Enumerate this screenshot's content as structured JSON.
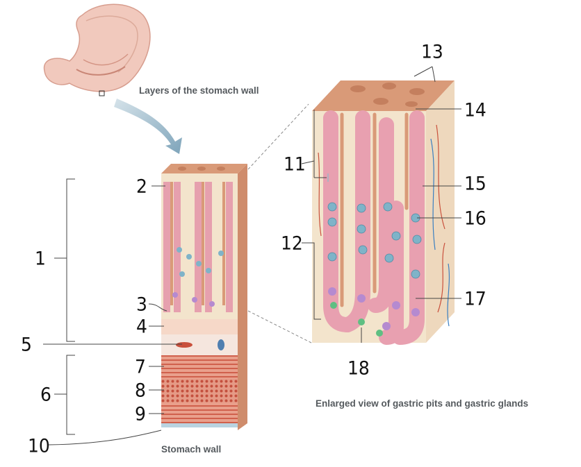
{
  "captions": {
    "layers_title": "Layers of the stomach wall",
    "enlarged_title": "Enlarged view of gastric pits and gastric glands",
    "stomach_wall": "Stomach wall"
  },
  "labels": [
    "1",
    "2",
    "3",
    "4",
    "5",
    "6",
    "7",
    "8",
    "9",
    "10",
    "11",
    "12",
    "13",
    "14",
    "15",
    "16",
    "17",
    "18"
  ],
  "colors": {
    "mucosa_surface": "#d99a78",
    "epithelium_pink": "#e8a0b0",
    "parietal_blue": "#7fb3c8",
    "chief_purple": "#b58ad0",
    "lamina": "#f3e4cc",
    "muscle_red": "#d9644e",
    "arrow_blue": "#8fb0c4",
    "stomach_pink": "#f1c9bd"
  }
}
